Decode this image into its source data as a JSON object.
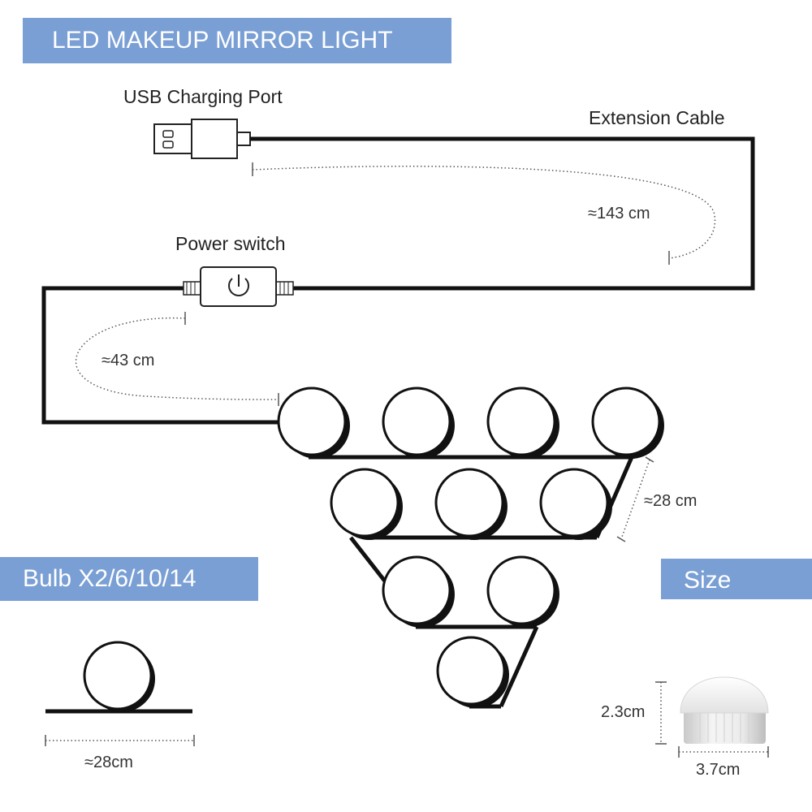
{
  "header": {
    "title": "LED MAKEUP MIRROR LIGHT"
  },
  "labels": {
    "usb_port": "USB Charging Port",
    "extension_cable": "Extension Cable",
    "power_switch": "Power switch"
  },
  "dimensions": {
    "extension_length": "≈143 cm",
    "switch_length": "≈43 cm",
    "bulb_spacing": "≈28 cm",
    "bulb_spacing_detail": "≈28cm",
    "bulb_height": "2.3cm",
    "bulb_width": "3.7cm"
  },
  "sections": {
    "bulb_options": "Bulb X2/6/10/14",
    "size": "Size"
  },
  "colors": {
    "banner": "#7a9fd4",
    "line": "#111111"
  },
  "bulb_rows": [
    4,
    3,
    2,
    1
  ]
}
